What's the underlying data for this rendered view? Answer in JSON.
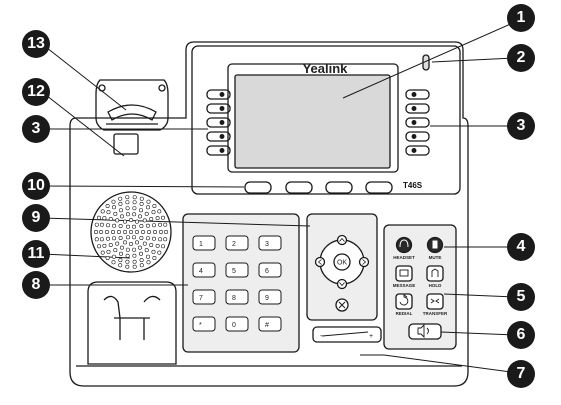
{
  "phone": {
    "brand": "Yealink",
    "model": "T46S",
    "keypad": [
      "1",
      "2",
      "3",
      "4",
      "5",
      "6",
      "7",
      "8",
      "9",
      "*",
      "0",
      "#"
    ],
    "function_keys": [
      "HEADSET",
      "MUTE",
      "MESSAGE",
      "HOLD",
      "REDIAL",
      "TRANSFER"
    ],
    "nav_center": "OK",
    "volume": {
      "minus": "-",
      "plus": "+"
    }
  },
  "callouts": [
    "1",
    "2",
    "3",
    "3",
    "4",
    "5",
    "6",
    "7",
    "8",
    "9",
    "10",
    "11",
    "12",
    "13"
  ],
  "colors": {
    "line": "#1a1a1a",
    "callout_fill": "#1a1a1a",
    "panel_fill": "#eeeeee",
    "screen_fill": "#d9d9d9"
  }
}
